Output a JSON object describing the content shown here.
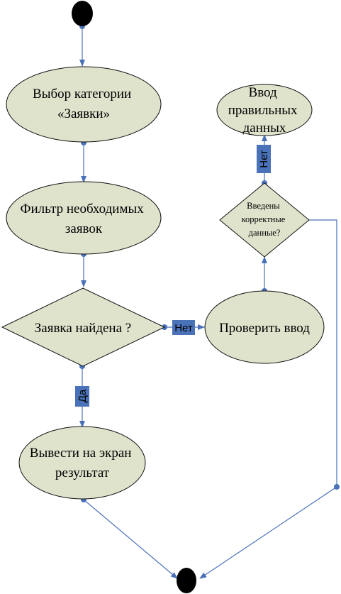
{
  "colors": {
    "node_fill": "#dfe3cc",
    "node_stroke": "#111111",
    "edge": "#4a72b8",
    "label_fill": "#4a72b8",
    "terminal": "#000000"
  },
  "nodes": {
    "select_category": [
      "Выбор категории",
      "«Заявки»"
    ],
    "filter_requests": [
      "Фильтр необходимых",
      "заявок"
    ],
    "request_found": "Заявка найдена ?",
    "show_result": [
      "Вывести на экран",
      "результат"
    ],
    "check_input": "Проверить ввод",
    "input_correct": [
      "Введены",
      "корректные",
      "данные?"
    ],
    "enter_correct_data": [
      "Ввод",
      "правильных",
      "данных"
    ]
  },
  "edge_labels": {
    "no_horizontal": "Нет",
    "no_vertical": "Нет",
    "yes": "Да"
  }
}
